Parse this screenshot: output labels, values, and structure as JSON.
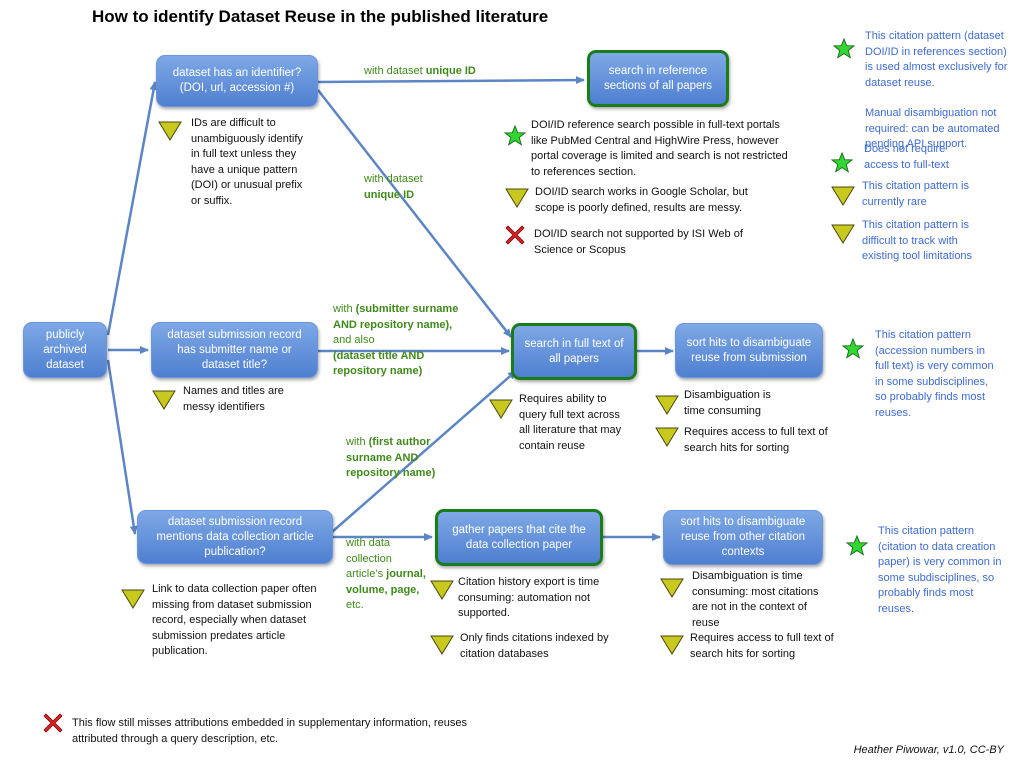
{
  "title": "How to identify Dataset Reuse in the published literature",
  "credit": "Heather Piwowar, v1.0, CC-BY",
  "nodes": {
    "archived": "publicly archived dataset",
    "identifier": "dataset has an identifier? (DOI, url, accession #)",
    "submitter": "dataset submission record has submitter name or dataset title?",
    "collection": "dataset submission record mentions data collection article publication?",
    "search_refs": "search in reference sections  of all papers",
    "search_full": "search in full text of all papers",
    "gather": "gather papers that cite the data collection paper",
    "sort1": "sort hits to disambiguate reuse from submission",
    "sort2": "sort hits to disambiguate reuse from other citation contexts"
  },
  "edges": {
    "e1_prefix": "with dataset ",
    "e1_bold": "unique ID",
    "e2_prefix": "with dataset",
    "e2_bold": "unique ID",
    "e3_a": "with ",
    "e3_b": "(submitter surname AND repository name),",
    "e3_c": " and also",
    "e3_d": "(dataset title AND  repository name)",
    "e4_a": "with ",
    "e4_b": "(first author surname AND repository name)",
    "e5_a": "with data collection article’s ",
    "e5_b": "journal, volume, page,",
    "e5_c": " etc."
  },
  "notes": {
    "ids": "IDs are difficult to unambiguously identify in full text unless they have a unique pattern (DOI) or unusual prefix or suffix.",
    "doi_fulltext": "DOI/ID reference search possible in full-text portals like PubMed Central and HighWire Press, however portal coverage is limited and search is not restricted to references section.",
    "doi_scholar": "DOI/ID search works in Google Scholar, but scope is poorly defined, results are messy.",
    "doi_isi": "DOI/ID search not supported by ISI Web of Science or Scopus",
    "names": "Names and titles are messy identifiers",
    "requires_query": "Requires ability to query full text across all literature that may contain reuse",
    "disamb_time": "Disambiguation is time consuming",
    "requires_access": "Requires access to full text of search hits for sorting",
    "link_missing": "Link to data collection paper often missing from dataset submission record, especially when dataset submission predates article publication.",
    "citation_export": "Citation history export is time consuming: automation not supported.",
    "only_finds": "Only finds citations indexed by citation databases",
    "disamb_time2": "Disambiguation is time consuming: most citations are not in the context of reuse",
    "requires_access2": "Requires access to full text of search hits for sorting",
    "flow_misses": "This flow still misses attributions embedded in supplementary information, reuses attributed through a query description, etc."
  },
  "side_notes": {
    "doi_pattern": "This citation pattern (dataset DOI/ID in references section) is used almost exclusively for dataset reuse.",
    "manual": "Manual disambiguation not required:  can be automated pending API support.",
    "no_access": "Does not require access to full-text",
    "rare": "This citation pattern is currently rare",
    "difficult": "This citation pattern is difficult to track with existing tool limitations",
    "accession": "This citation pattern (accession numbers in full text) is very common in some subdisciplines, so probably finds most reuses.",
    "creation": "This citation pattern (citation to data creation paper) is very common in some subdisciplines, so probably finds most reuses."
  },
  "colors": {
    "box_fill": "#5b8ad6",
    "box_border_green": "#1b7c1b",
    "arrow": "#5b85c4",
    "edge_text": "#3f8a1a",
    "side_text": "#3e6bd0",
    "star": "#33d633",
    "caution": "#c8c81e",
    "cross": "#e02020"
  },
  "icons": [
    "star-icon",
    "caution-triangle-icon",
    "red-cross-icon"
  ]
}
